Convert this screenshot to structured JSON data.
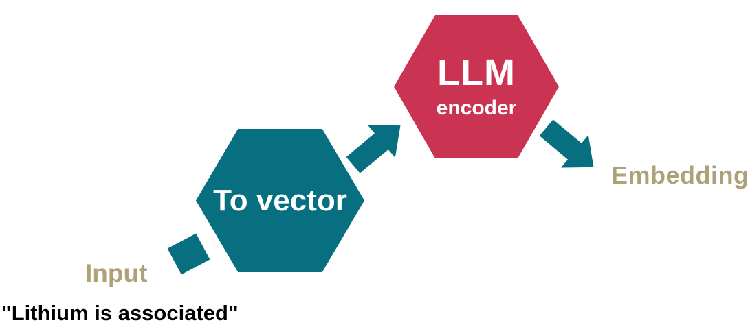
{
  "colors": {
    "teal": "#076F80",
    "red": "#CA3351",
    "tan": "#AEA077",
    "ink": "#000000",
    "paper": "#FFFFFF",
    "white-text": "#FFFFFF"
  },
  "flow": {
    "input": {
      "label": "Input",
      "quote": "\"Lithium is associated\""
    },
    "nodes": [
      {
        "id": "to-vector",
        "shape": "hexagon",
        "color": "#076F80",
        "label": "To vector"
      },
      {
        "id": "llm-encoder",
        "shape": "hexagon",
        "color": "#CA3351",
        "title": "LLM",
        "subtitle": "encoder"
      }
    ],
    "output": {
      "label": "Embedding"
    },
    "icons": [
      {
        "name": "connector-square-icon",
        "shape": "rotated-square",
        "color": "#076F80"
      },
      {
        "name": "block-arrow-up-right-icon",
        "shape": "block-arrow",
        "direction": "up-right",
        "color": "#076F80"
      },
      {
        "name": "block-arrow-down-right-icon",
        "shape": "block-arrow",
        "direction": "down-right",
        "color": "#076F80"
      }
    ]
  }
}
